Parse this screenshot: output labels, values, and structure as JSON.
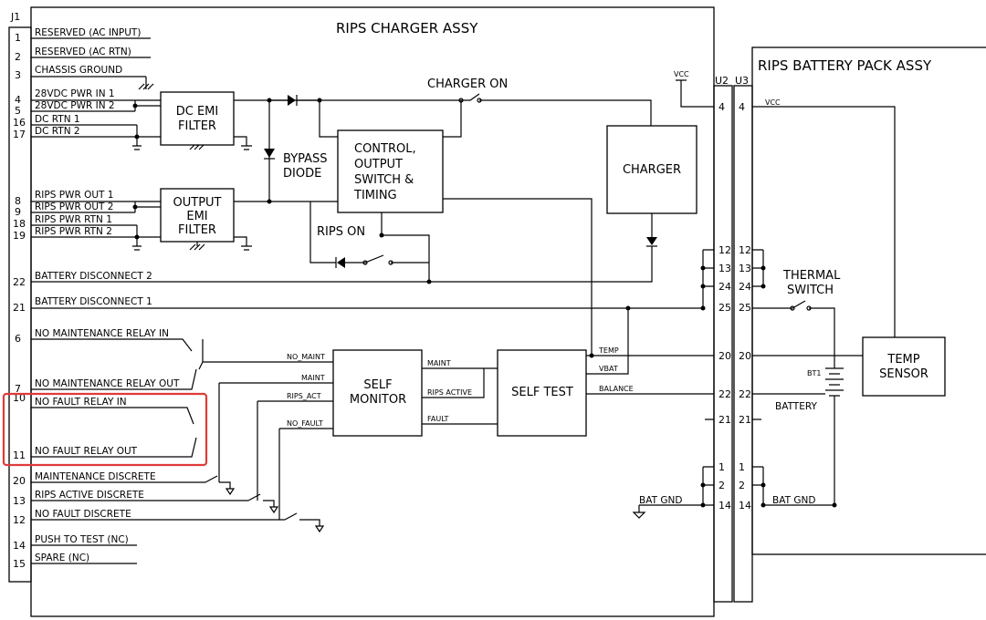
{
  "titles": {
    "j1": "J1",
    "charger": "RIPS CHARGER ASSY",
    "battery_pack": "RIPS BATTERY PACK ASSY",
    "u2": "U2",
    "u3": "U3"
  },
  "j1_pins": [
    {
      "pin": "1",
      "label": "RESERVED (AC INPUT)"
    },
    {
      "pin": "2",
      "label": "RESERVED (AC RTN)"
    },
    {
      "pin": "3",
      "label": "CHASSIS GROUND"
    },
    {
      "pin": "4",
      "label": "28VDC PWR IN 1"
    },
    {
      "pin": "5",
      "label": "28VDC PWR IN 2"
    },
    {
      "pin": "16",
      "label": "DC RTN 1"
    },
    {
      "pin": "17",
      "label": "DC RTN 2"
    },
    {
      "pin": "8",
      "label": "RIPS PWR OUT 1"
    },
    {
      "pin": "9",
      "label": "RIPS PWR OUT 2"
    },
    {
      "pin": "18",
      "label": "RIPS PWR RTN 1"
    },
    {
      "pin": "19",
      "label": "RIPS PWR RTN 2"
    },
    {
      "pin": "22",
      "label": "BATTERY DISCONNECT 2"
    },
    {
      "pin": "21",
      "label": "BATTERY DISCONNECT 1"
    },
    {
      "pin": "6",
      "label": "NO MAINTENANCE RELAY IN"
    },
    {
      "pin": "7",
      "label": "NO MAINTENANCE RELAY OUT"
    },
    {
      "pin": "10",
      "label": "NO FAULT RELAY IN"
    },
    {
      "pin": "11",
      "label": "NO FAULT RELAY OUT"
    },
    {
      "pin": "20",
      "label": "MAINTENANCE DISCRETE"
    },
    {
      "pin": "13",
      "label": "RIPS ACTIVE DISCRETE"
    },
    {
      "pin": "12",
      "label": "NO FAULT DISCRETE"
    },
    {
      "pin": "14",
      "label": "PUSH TO TEST (NC)"
    },
    {
      "pin": "15",
      "label": "SPARE (NC)"
    }
  ],
  "blocks": {
    "dc_emi": [
      "DC EMI",
      "FILTER"
    ],
    "output_emi": [
      "OUTPUT",
      "EMI",
      "FILTER"
    ],
    "control": [
      "CONTROL,",
      "OUTPUT",
      "SWITCH &",
      "TIMING"
    ],
    "charger": "CHARGER",
    "self_monitor": [
      "SELF",
      "MONITOR"
    ],
    "self_test": "SELF TEST",
    "temp_sensor": [
      "TEMP",
      "SENSOR"
    ]
  },
  "labels": {
    "bypass": [
      "BYPASS",
      "DIODE"
    ],
    "charger_on": "CHARGER ON",
    "rips_on": "RIPS ON",
    "vcc_left": "VCC",
    "vcc_right": "VCC",
    "thermal": [
      "THERMAL",
      "SWITCH"
    ],
    "battery": "BATTERY",
    "bt1": "BT1",
    "bat_gnd_left": "BAT GND",
    "bat_gnd_right": "BAT GND"
  },
  "signals": {
    "no_maint": "NO_MAINT",
    "maint_in": "MAINT",
    "rips_act": "RIPS_ACT",
    "no_fault": "NO_FAULT",
    "maint_out": "MAINT",
    "rips_active": "RIPS ACTIVE",
    "fault": "FAULT",
    "temp": "TEMP",
    "vbat": "VBAT",
    "balance": "BALANCE"
  },
  "u2_pins": [
    "4",
    "12",
    "13",
    "24",
    "25",
    "20",
    "22",
    "21",
    "1",
    "2",
    "14"
  ],
  "u3_pins": [
    "4",
    "12",
    "13",
    "24",
    "25",
    "20",
    "22",
    "21",
    "1",
    "2",
    "14"
  ],
  "highlight": {
    "color": "#e03a3a"
  }
}
